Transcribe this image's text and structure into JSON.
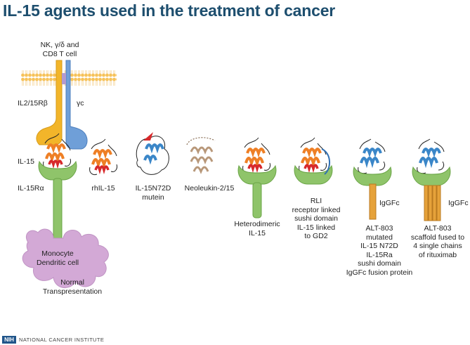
{
  "title": "IL-15 agents used in the treatment of cancer",
  "cell_label": [
    "NK, γ/δ and",
    "CD8 T cell"
  ],
  "receptor_labels": {
    "beta": "IL2/15Rβ",
    "gamma": "γc",
    "il15": "IL-15",
    "ralpha": "IL-15Rα"
  },
  "presenting_cell": [
    "Monocyte",
    "Dendritic cell"
  ],
  "normal": [
    "Normal",
    "Transpresentation"
  ],
  "agents": [
    {
      "label": [
        "rhIL-15"
      ]
    },
    {
      "label": [
        "IL-15N72D",
        "mutein"
      ]
    },
    {
      "label": [
        "Neoleukin-2/15"
      ]
    },
    {
      "label": [
        "Heterodimeric",
        "IL-15"
      ]
    },
    {
      "label": [
        "RLI",
        "receptor linked",
        "sushi domain",
        "IL-15 linked",
        "to GD2"
      ]
    },
    {
      "label": [
        "ALT-803",
        "mutated",
        "IL-15 N72D",
        "IL-15Ra",
        "sushi domain",
        "IgGFc fusion protein"
      ],
      "fc_label": "IgGFc"
    },
    {
      "label": [
        "ALT-803",
        "scaffold fused to",
        "4 single chains",
        "of rituximab"
      ],
      "fc_label": "IgGFc"
    }
  ],
  "footer": {
    "logo": "NIH",
    "org": "NATIONAL CANCER INSTITUTE"
  },
  "colors": {
    "title": "#1d4e6e",
    "membrane": "#f3b43c",
    "beta_chain": "#f2b52a",
    "gamma_chain": "#6f9fd8",
    "ralpha": "#8fc46a",
    "ralpha_dark": "#6aa446",
    "helix_orange": "#ee7f25",
    "helix_red": "#d7292b",
    "helix_blue": "#3a86c8",
    "neoleukin": "#b8987a",
    "dendritic": "#d3a9d6",
    "fc": "#e6a23a"
  }
}
